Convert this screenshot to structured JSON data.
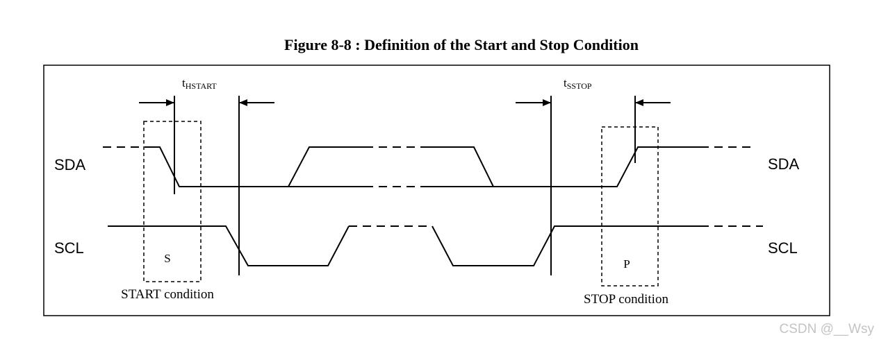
{
  "figure": {
    "title": "Figure 8-8 : Definition of the Start and Stop Condition"
  },
  "signals": {
    "sda_left": "SDA",
    "sda_right": "SDA",
    "scl_left": "SCL",
    "scl_right": "SCL"
  },
  "timing": {
    "t_hstart": {
      "base": "t",
      "sub": "HSTART"
    },
    "t_sstop": {
      "base": "t",
      "sub": "SSTOP"
    }
  },
  "conditions": {
    "start_symbol": "S",
    "start_label": "START condition",
    "stop_symbol": "P",
    "stop_label": "STOP condition"
  },
  "watermark": "CSDN @__Wsy"
}
